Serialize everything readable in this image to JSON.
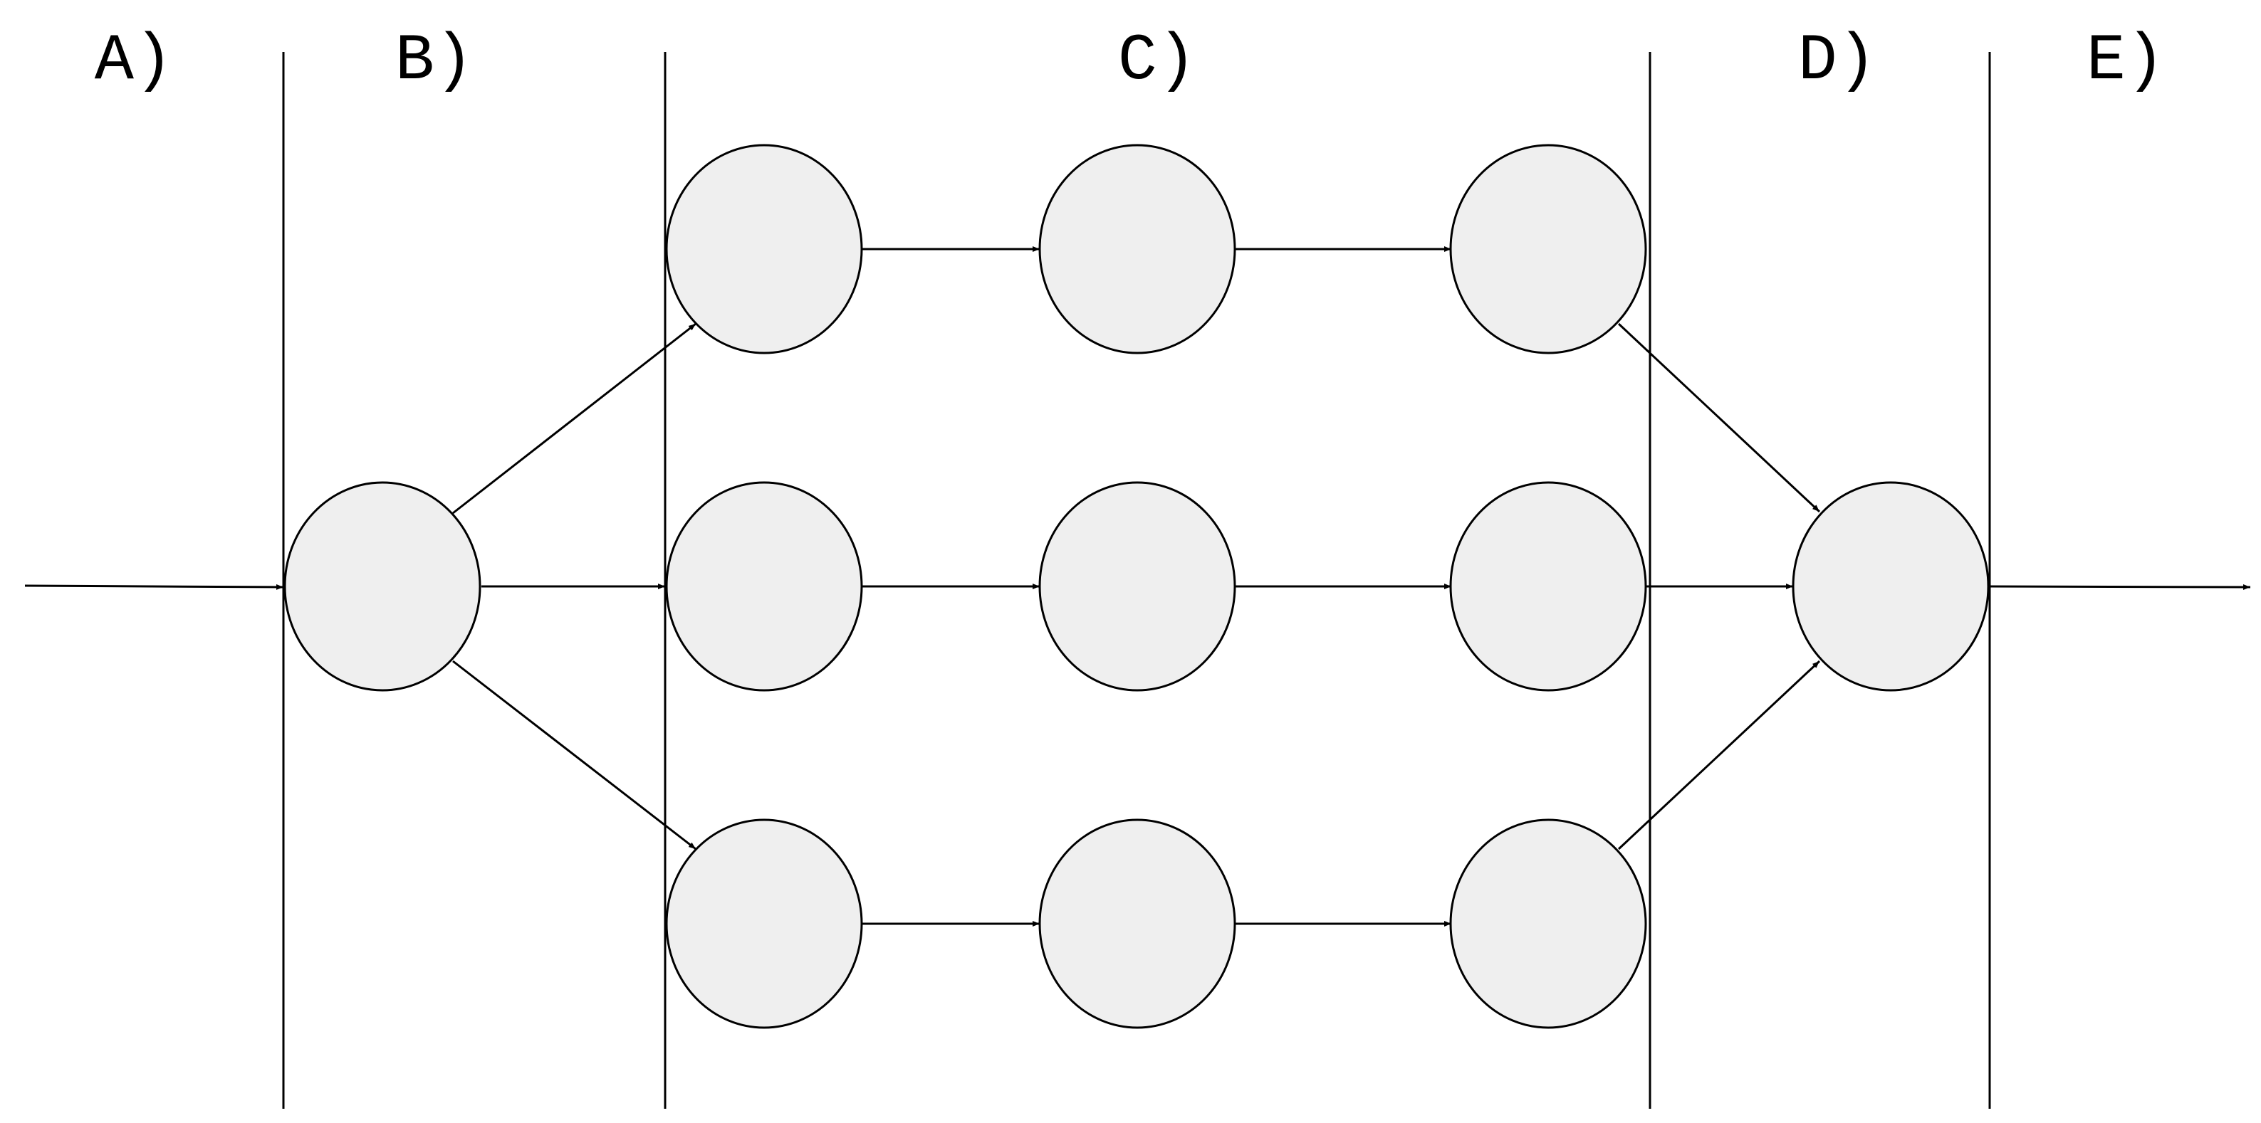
{
  "diagram": {
    "sections": [
      {
        "id": "A",
        "label": "A)"
      },
      {
        "id": "B",
        "label": "B)"
      },
      {
        "id": "C",
        "label": "C)"
      },
      {
        "id": "D",
        "label": "D)"
      },
      {
        "id": "E",
        "label": "E)"
      }
    ],
    "colors": {
      "node_fill": "#efefef",
      "stroke": "#000000",
      "background": "#ffffff"
    },
    "nodes": [
      {
        "id": "b1",
        "section": "B"
      },
      {
        "id": "c-top-1",
        "section": "C"
      },
      {
        "id": "c-top-2",
        "section": "C"
      },
      {
        "id": "c-top-3",
        "section": "C"
      },
      {
        "id": "c-mid-1",
        "section": "C"
      },
      {
        "id": "c-mid-2",
        "section": "C"
      },
      {
        "id": "c-mid-3",
        "section": "C"
      },
      {
        "id": "c-bot-1",
        "section": "C"
      },
      {
        "id": "c-bot-2",
        "section": "C"
      },
      {
        "id": "c-bot-3",
        "section": "C"
      },
      {
        "id": "d1",
        "section": "D"
      }
    ],
    "edges": [
      {
        "from": "input",
        "to": "b1"
      },
      {
        "from": "b1",
        "to": "c-top-1"
      },
      {
        "from": "b1",
        "to": "c-mid-1"
      },
      {
        "from": "b1",
        "to": "c-bot-1"
      },
      {
        "from": "c-top-1",
        "to": "c-top-2"
      },
      {
        "from": "c-top-2",
        "to": "c-top-3"
      },
      {
        "from": "c-mid-1",
        "to": "c-mid-2"
      },
      {
        "from": "c-mid-2",
        "to": "c-mid-3"
      },
      {
        "from": "c-bot-1",
        "to": "c-bot-2"
      },
      {
        "from": "c-bot-2",
        "to": "c-bot-3"
      },
      {
        "from": "c-top-3",
        "to": "d1"
      },
      {
        "from": "c-mid-3",
        "to": "d1"
      },
      {
        "from": "c-bot-3",
        "to": "d1"
      },
      {
        "from": "d1",
        "to": "output"
      }
    ]
  }
}
